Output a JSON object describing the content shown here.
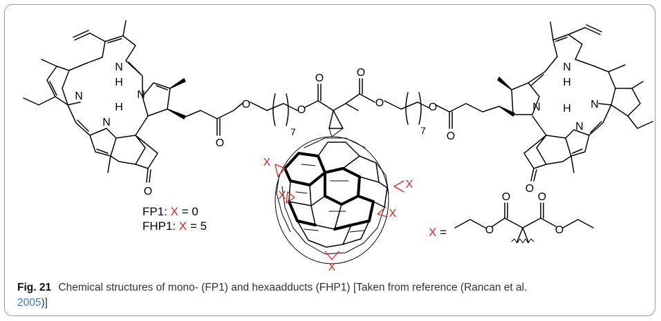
{
  "figure": {
    "label": "Fig. 21",
    "caption_text": "Chemical structures of mono- (FP1) and hexaadducts (FHP1) [Taken from reference (Rancan et al.",
    "caption_link": "2005",
    "caption_end": ")]"
  },
  "structure": {
    "atoms": {
      "nitrogen": "N",
      "hydrogen": "H",
      "oxygen": "O",
      "chain_repeat": "7"
    },
    "adduct_label": "X",
    "compounds": [
      {
        "name": "FP1",
        "sep": ": ",
        "var": "X",
        "eq": " = ",
        "value": "0"
      },
      {
        "name": "FHP1",
        "sep": ": ",
        "var": "X",
        "eq": " = ",
        "value": "5"
      }
    ],
    "x_definition": {
      "var": "X",
      "eq": " ="
    }
  },
  "colors": {
    "accent_red": "#e8201c",
    "bond": "#000000",
    "link": "#3a78c3"
  }
}
